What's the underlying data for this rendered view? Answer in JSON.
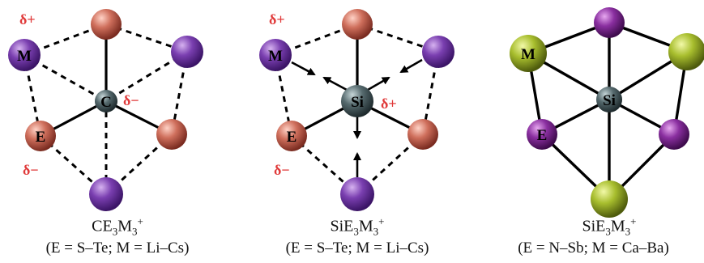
{
  "colors": {
    "m_alkali": "#7a3fb0",
    "e_chalcogen": "#cf6f5c",
    "m_alkaline_earth": "#a8be2e",
    "e_pnictogen": "#8a2fa0",
    "center": "#566a6e",
    "charge_label": "#e03a3a"
  },
  "panels": [
    {
      "center_label": "C",
      "m_label": "M",
      "e_label": "E",
      "charges": {
        "m": "δ+",
        "e": "δ−",
        "center": "δ−"
      },
      "formula": {
        "base": "CE",
        "n1": "3",
        "m": "M",
        "n2": "3",
        "sup": "+"
      },
      "range": "(E = S–Te; M = Li–Cs)"
    },
    {
      "center_label": "Si",
      "m_label": "M",
      "e_label": "E",
      "charges": {
        "m": "δ+",
        "e": "δ−",
        "center": "δ+"
      },
      "formula": {
        "base": "SiE",
        "n1": "3",
        "m": "M",
        "n2": "3",
        "sup": "+"
      },
      "range": "(E = S–Te; M = Li–Cs)"
    },
    {
      "center_label": "Si",
      "m_label": "M",
      "e_label": "E",
      "formula": {
        "base": "SiE",
        "n1": "3",
        "m": "M",
        "n2": "3",
        "sup": "+"
      },
      "range": "(E = N–Sb; M = Ca–Ba)"
    }
  ]
}
